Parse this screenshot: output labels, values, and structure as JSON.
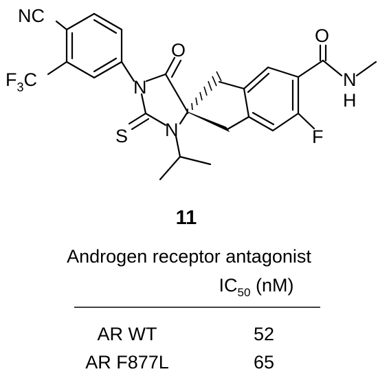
{
  "compound": {
    "label": "11",
    "atoms": {
      "nitrile": "NC",
      "cf3_main": "F",
      "cf3_sub": "3",
      "cf3_tail": "C",
      "ring_n_upper": "N",
      "ring_n_lower": "N",
      "carbonyl_o": "O",
      "thione_s": "S",
      "amide_o": "O",
      "amide_n": "N",
      "amide_h": "H",
      "fluoro": "F"
    }
  },
  "table": {
    "title": "Androgen receptor antagonist",
    "header_main": "IC",
    "header_sub": "50",
    "header_unit": " (nM)",
    "rows": [
      {
        "target": "AR WT",
        "value": "52"
      },
      {
        "target": "AR F877L",
        "value": "65"
      }
    ]
  }
}
